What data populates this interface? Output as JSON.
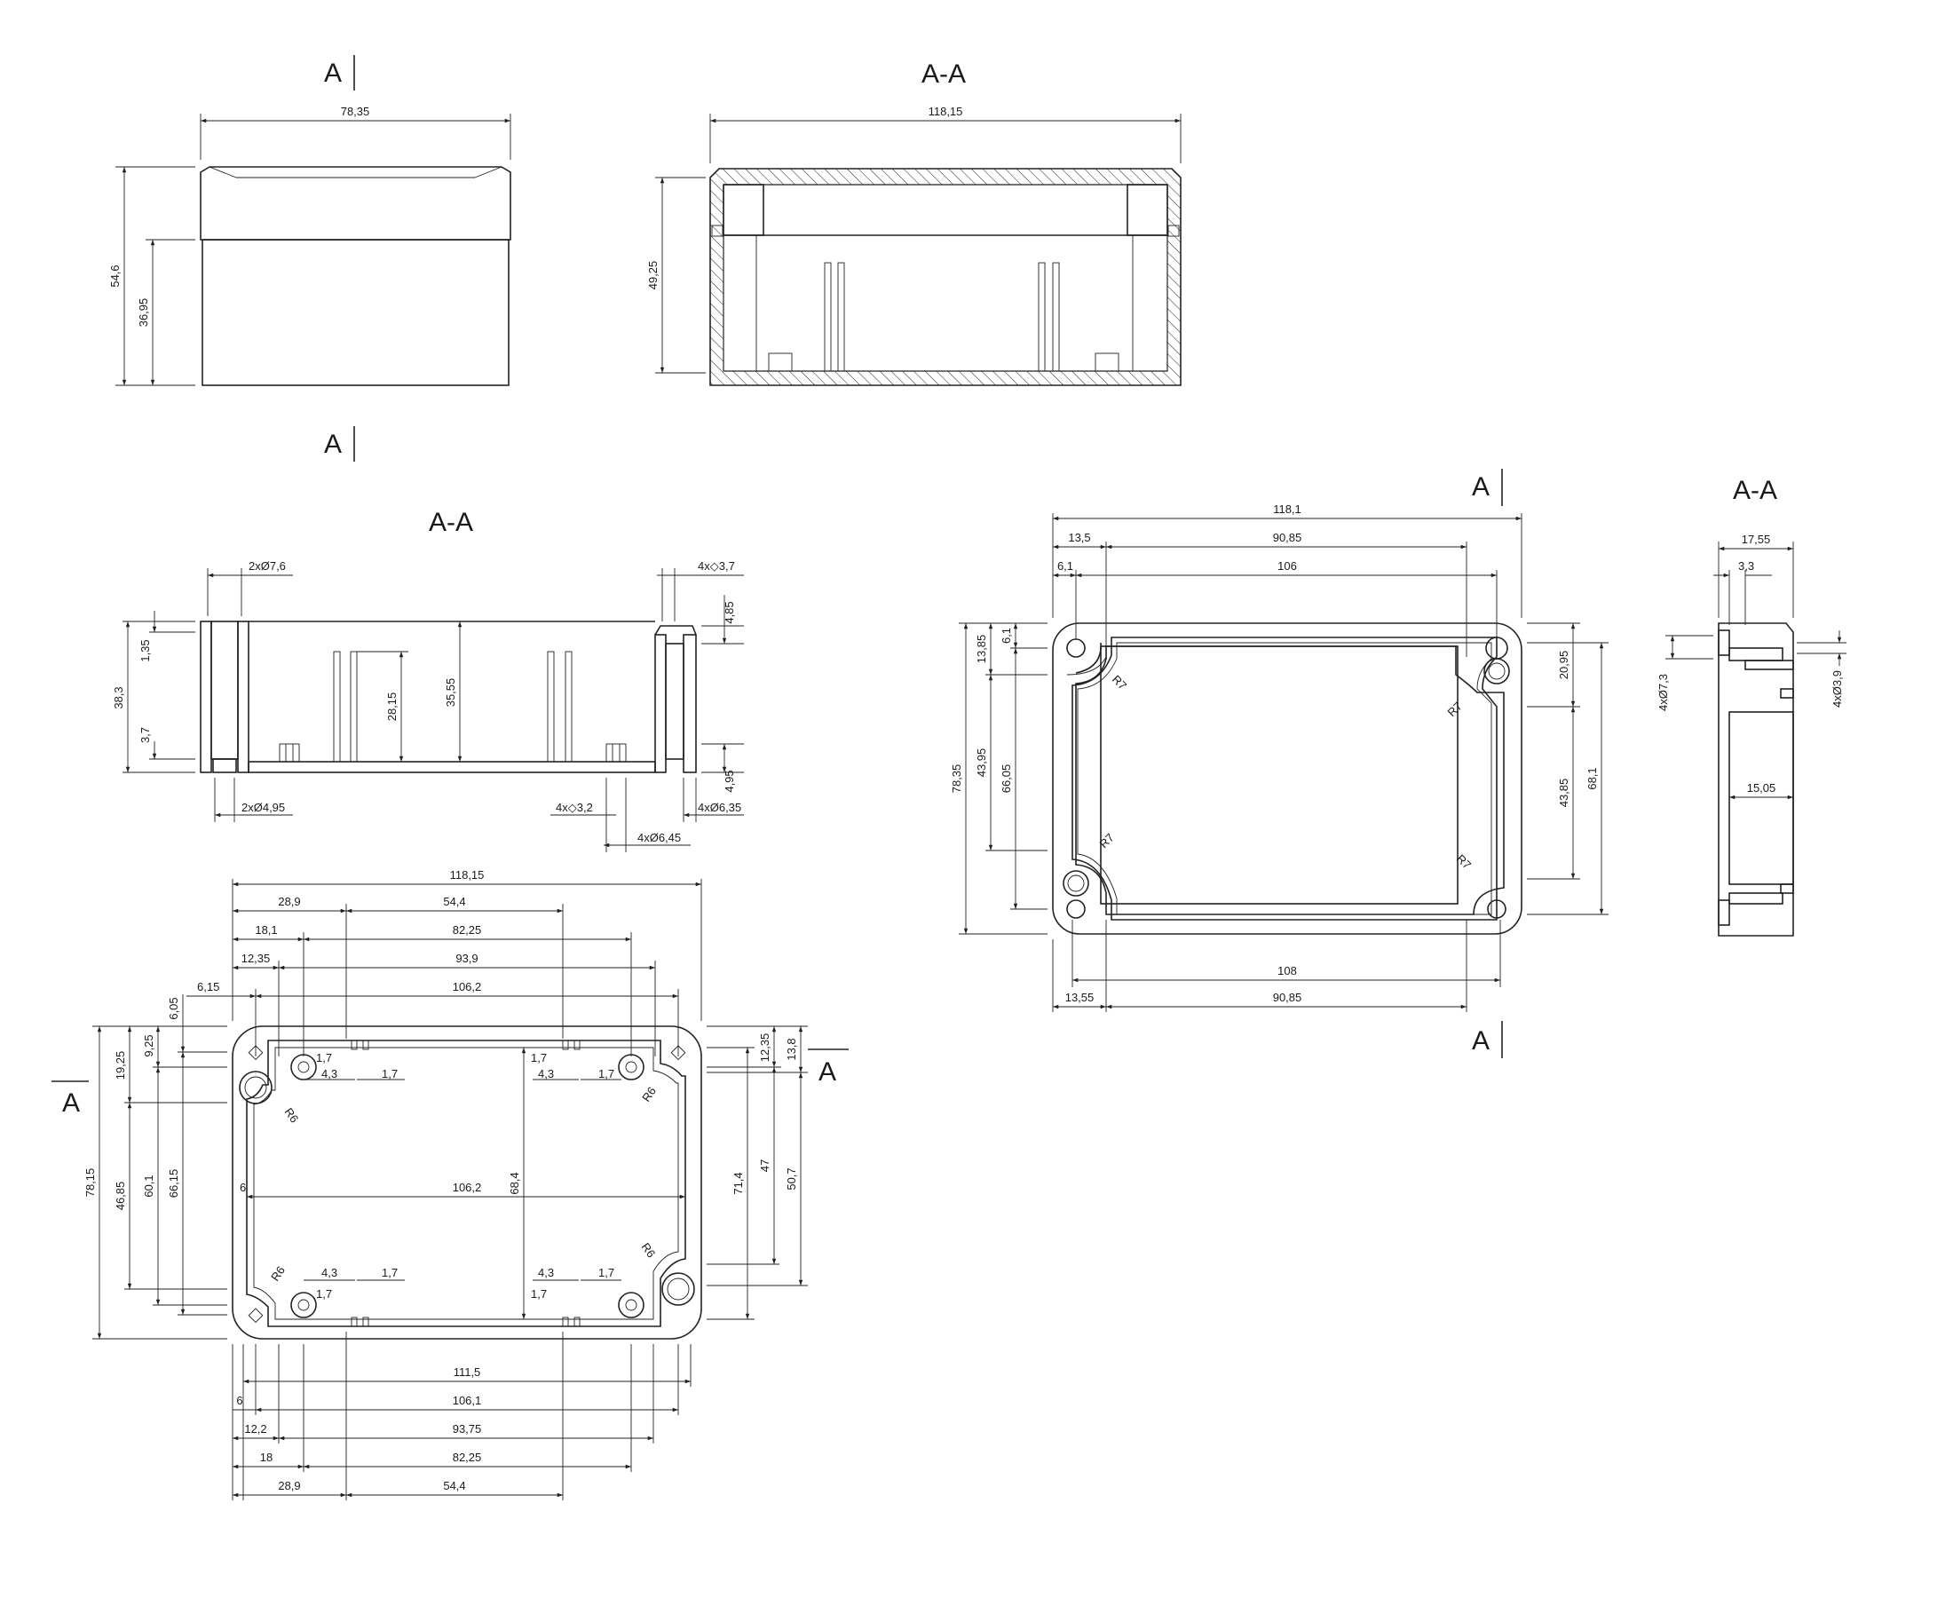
{
  "section_labels": {
    "view1_top": "A",
    "view1_bottom": "A",
    "view2_title": "A-A",
    "view3_title": "A-A",
    "view4_left": "A",
    "view4_right": "A",
    "view5_top": "A",
    "view5_bottom": "A",
    "view6_title": "A-A"
  },
  "view1_dims": [
    "78,35",
    "54,6",
    "36,95"
  ],
  "view2_dims": [
    "118,15",
    "49,25"
  ],
  "view3_dims": [
    "2xØ7,6",
    "4x◇3,7",
    "4,85",
    "38,3",
    "1,35",
    "3,7",
    "28,15",
    "35,55",
    "4,95",
    "2xØ4,95",
    "4x◇3,2",
    "4xØ6,35",
    "4xØ6,45"
  ],
  "view4_dims": [
    "118,15",
    "28,9",
    "54,4",
    "18,1",
    "82,25",
    "12,35",
    "93,9",
    "6,15",
    "106,2",
    "6,05",
    "9,25",
    "19,25",
    "78,15",
    "46,85",
    "60,1",
    "66,15",
    "12,35",
    "13,8",
    "71,4",
    "47",
    "50,7",
    "68,4",
    "106,2",
    "1,7",
    "4,3",
    "1,7",
    "1,7",
    "4,3",
    "1,7",
    "4,3",
    "1,7",
    "1,7",
    "4,3",
    "1,7",
    "1,7",
    "R6",
    "R6",
    "R6",
    "R6",
    "111,5",
    "6",
    "106,1",
    "12,2",
    "93,75",
    "18",
    "82,25",
    "28,9",
    "54,4",
    "6"
  ],
  "view5_dims": [
    "118,1",
    "13,5",
    "90,85",
    "6,1",
    "106",
    "13,85",
    "6,1",
    "78,35",
    "43,95",
    "66,05",
    "20,95",
    "43,85",
    "68,1",
    "R7",
    "R7",
    "R7",
    "R7",
    "108",
    "13,55",
    "90,85"
  ],
  "view6_dims": [
    "17,55",
    "3,3",
    "4xØ7,3",
    "4xØ3,9",
    "15,05"
  ]
}
